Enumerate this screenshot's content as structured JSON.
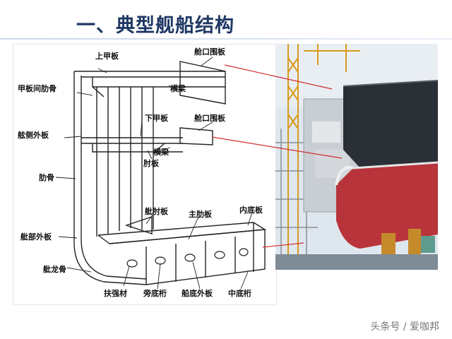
{
  "title": "一、典型舰船结构",
  "labels": {
    "upper_deck": "上甲板",
    "hatch_coaming_top": "舱口围板",
    "deck_frame": "甲板间肋骨",
    "deck_beam_top": "横梁",
    "lower_deck": "下甲板",
    "hatch_coaming_mid": "舱口围板",
    "side_shell": "舷侧外板",
    "deck_beam_mid": "横梁",
    "bracket": "肘板",
    "frame": "肋骨",
    "bilge_bracket": "舭肘板",
    "main_floor": "主肋板",
    "inner_bottom": "内底板",
    "bilge_shell": "舭部外板",
    "keel": "舭龙骨",
    "stiffener": "扶强材",
    "side_girder": "旁底桁",
    "bottom_shell": "船底外板",
    "center_girder": "中底桁"
  },
  "watermark": "头条号 / 爱咖邦",
  "colors": {
    "title": "#1f3864",
    "leader_red": "#d32f2f",
    "hull_red": "#b8343a",
    "hull_dark": "#2b2f36"
  }
}
